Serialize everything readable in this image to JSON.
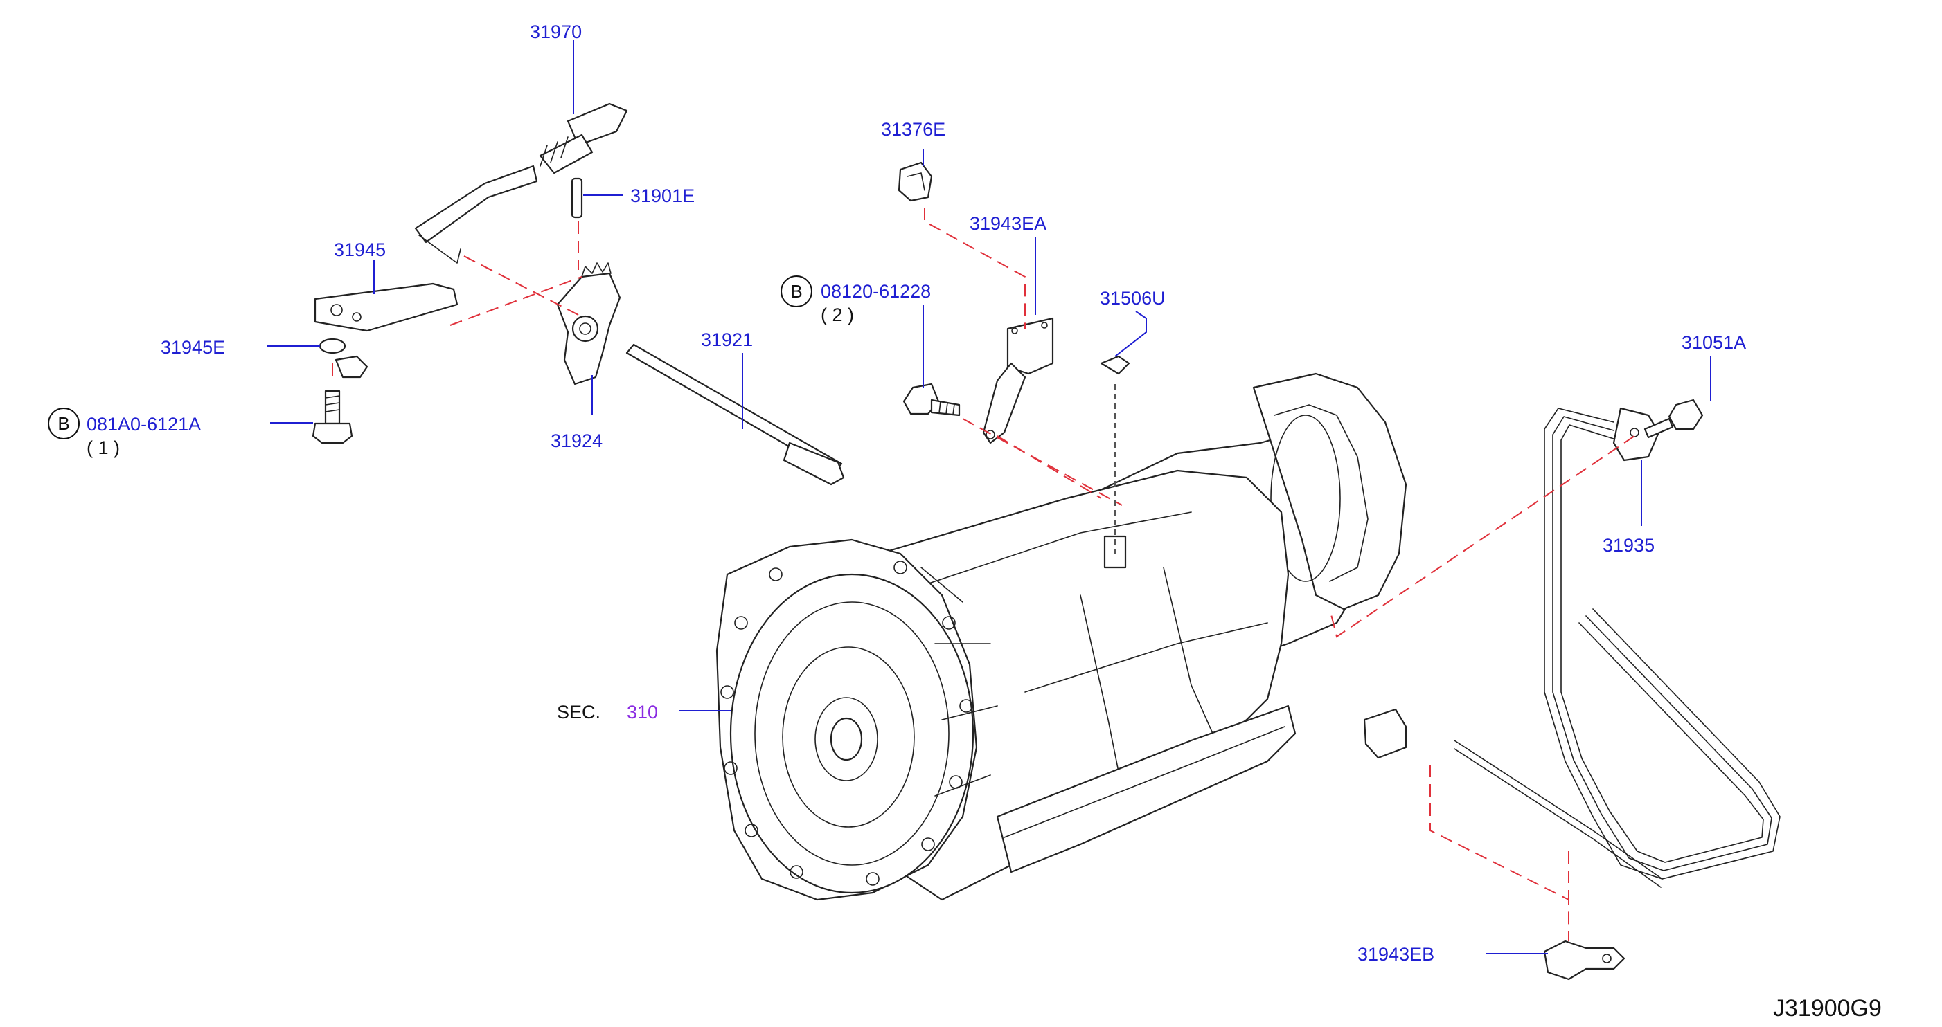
{
  "parts": {
    "p31970": "31970",
    "p31901E": "31901E",
    "p31945": "31945",
    "p31945E": "31945E",
    "p081A0": "081A0-6121A",
    "p081A0_qty": "( 1 )",
    "p31924": "31924",
    "p31921": "31921",
    "p31376E": "31376E",
    "p31943EA": "31943EA",
    "p08120": "08120-61228",
    "p08120_qty": "( 2 )",
    "p31506U": "31506U",
    "p31051A": "31051A",
    "p31935": "31935",
    "p31943EB": "31943EB"
  },
  "badges": {
    "b1": "B",
    "b2": "B"
  },
  "section": {
    "prefix": "SEC.",
    "number": "310"
  },
  "diagram_code": "J31900G9",
  "colors": {
    "label_blue": "#1f1fd2",
    "section_purple": "#8a2be2",
    "dashed_red": "#e0303a",
    "ink": "#222222"
  }
}
